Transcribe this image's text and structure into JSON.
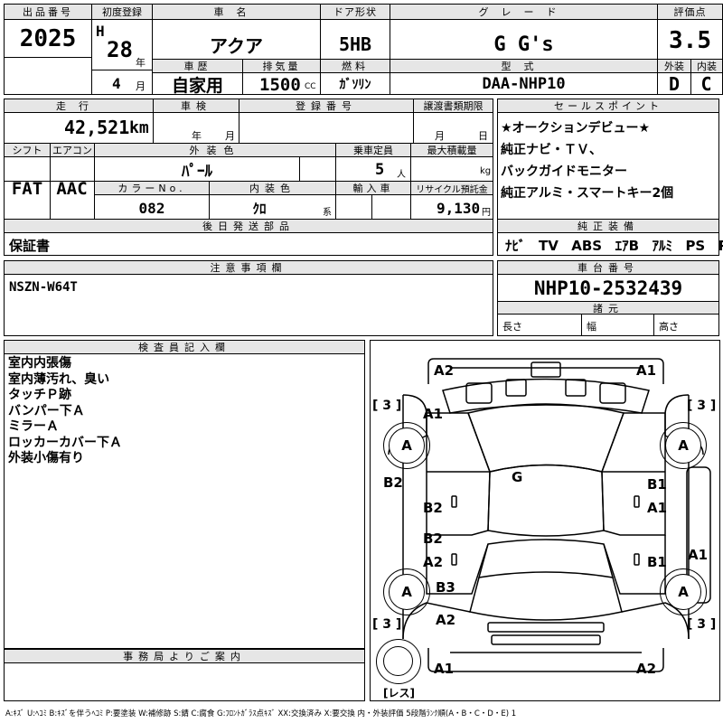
{
  "header": {
    "lot_label": "出品番号",
    "lot_number": "2025",
    "first_reg_label": "初度登録",
    "era": "H",
    "first_reg_year": "28",
    "year_unit": "年",
    "first_reg_month": "4",
    "month_unit": "月",
    "name_label": "車名",
    "car_name": "アクア",
    "door_label": "ドア形状",
    "door": "5HB",
    "grade_label": "グレード",
    "grade": "G G's",
    "score_label": "評価点",
    "score": "3.5",
    "history_label": "車歴",
    "history": "自家用",
    "displacement_label": "排気量",
    "displacement": "1500",
    "displacement_unit": "CC",
    "fuel_label": "燃料",
    "fuel": "ｶﾞｿﾘﾝ",
    "model_label": "型式",
    "model": "DAA-NHP10",
    "exterior_label": "外装",
    "exterior_grade": "D",
    "interior_label": "内装",
    "interior_grade": "C"
  },
  "row2": {
    "mileage_label": "走行",
    "mileage": "42,521",
    "mileage_unit": "km",
    "inspection_label": "車検",
    "inspection_year_unit": "年",
    "inspection_month_unit": "月",
    "reg_no_label": "登録番号",
    "transfer_label": "譲渡書類期限",
    "transfer_month_unit": "月",
    "transfer_day_unit": "日",
    "shift_label": "シフト",
    "shift": "FAT",
    "ac_label": "エアコン",
    "ac": "AAC",
    "ext_color_label": "外装色",
    "ext_color": "ﾊﾟｰﾙ",
    "capacity_label": "乗車定員",
    "capacity": "5",
    "capacity_unit": "人",
    "max_load_label": "最大積載量",
    "max_load_unit": "kg",
    "color_no_label": "カラーNo.",
    "color_no": "082",
    "int_color_label": "内装色",
    "int_color": "ｸﾛ",
    "int_color_unit": "系",
    "import_label": "輸入車",
    "recycle_label": "リサイクル預託金",
    "recycle": "9,130",
    "recycle_unit": "円"
  },
  "sales_points": {
    "label": "セールスポイント",
    "lines": [
      "★オークションデビュー★",
      "純正ナビ・ＴＶ、",
      "バックガイドモニター",
      "純正アルミ・スマートキー2個"
    ]
  },
  "later_parts": {
    "label": "後日発送部品",
    "value": "保証書"
  },
  "equipment": {
    "label": "純正装備",
    "items": [
      "ﾅﾋﾞ",
      "TV",
      "ABS",
      "ｴｱB",
      "ｱﾙﾐ",
      "PS",
      "PW"
    ]
  },
  "cautions": {
    "label": "注意事項欄",
    "value": "NSZN-W64T"
  },
  "chassis": {
    "label": "車台番号",
    "value": "NHP10-2532439"
  },
  "specs": {
    "label": "諸元",
    "length_label": "長さ",
    "width_label": "幅",
    "height_label": "高さ"
  },
  "inspector": {
    "label": "検査員記入欄",
    "lines": [
      "室内内張傷",
      "室内薄汚れ、臭い",
      "タッチＰ跡",
      "バンパー下Ａ",
      "ミラーＡ",
      "ロッカーカバー下Ａ",
      "外装小傷有り"
    ]
  },
  "office": {
    "label": "事務局よりご案内"
  },
  "diagram": {
    "front_left": "A2",
    "front_right": "A1",
    "front_fender_left": "A1",
    "bracket_fl": "[ 3 ]",
    "bracket_fr": "[ 3 ]",
    "bracket_rl": "[ 3 ]",
    "bracket_rr": "[ 3 ]",
    "wheel": "A",
    "roof": "G",
    "left_side": "B2",
    "front_door_left": "B2",
    "rear_door_left_top": "B2",
    "rear_door_left_bottom": "A2",
    "rear_fender_left": "B3",
    "rear_left": "A2",
    "front_door_right_top": "B1",
    "front_door_right_bottom": "A1",
    "rear_door_right": "B1",
    "right_side": "A1",
    "rear_bumper_left": "A1",
    "rear_bumper_right": "A2",
    "spare_label": "[レス]"
  },
  "legend": "A:ｷｽﾞ  U:ﾍｺﾐ  B:ｷｽﾞを伴うﾍｺﾐ  P:要塗装  W:補修跡  S:錆  C:腐食  G:ﾌﾛﾝﾄｶﾞﾗｽ点ｷｽﾞ  XX:交換済み  X:要交換   内・外装評価  5段階ﾗﾝｸ順(A・B・C・D・E) 1"
}
